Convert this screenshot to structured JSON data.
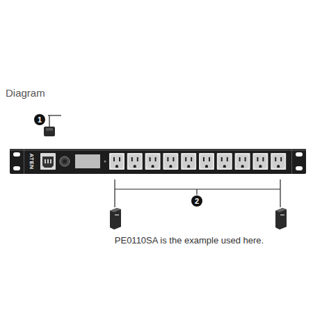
{
  "diagram": {
    "title": "Diagram",
    "caption": "PE0110SA is the example used here.",
    "labels": [
      "1",
      "2",
      "ATEN"
    ]
  }
}
